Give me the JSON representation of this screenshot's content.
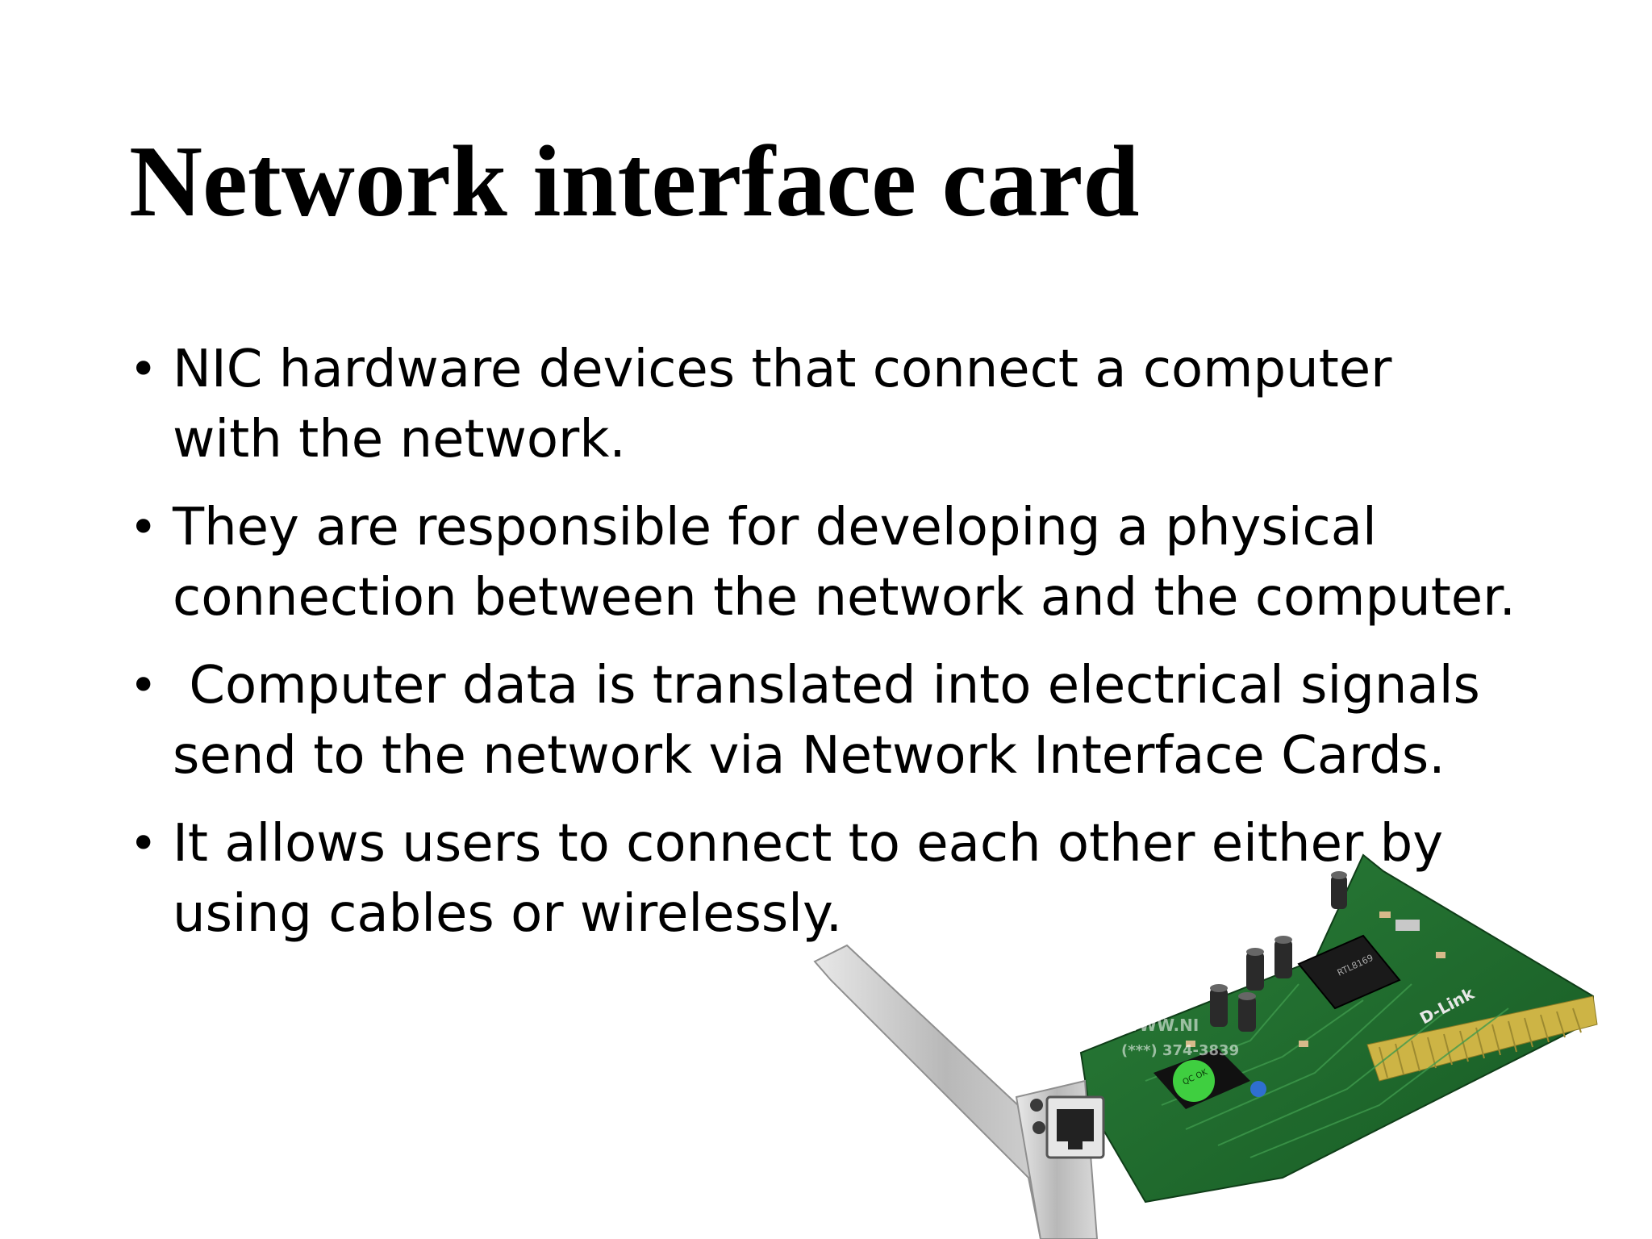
{
  "slide": {
    "title": "Network interface card",
    "bullets": [
      {
        "marker": "•",
        "text": "NIC hardware devices that connect a computer with the network."
      },
      {
        "marker": "•",
        "text": "They are responsible for developing a physical connection between the network and the computer."
      },
      {
        "marker": "•",
        "text": " Computer data is translated into electrical signals send to the network via Network Interface Cards."
      },
      {
        "marker": "•",
        "text": "It allows users to connect to each other either by using cables or wirelessly."
      }
    ],
    "image": {
      "subject": "network-interface-card-photo",
      "board_label": "D-Link",
      "watermark_line1": "WWW.NI",
      "watermark_line2": "(***) 374-3839",
      "colors": {
        "pcb": "#1f6b2c",
        "pcb_dark": "#134a1d",
        "gold": "#c9b040",
        "bracket": "#c4c4c4",
        "chip": "#1a1a1a",
        "capacitor": "#2a2a2a"
      }
    }
  }
}
